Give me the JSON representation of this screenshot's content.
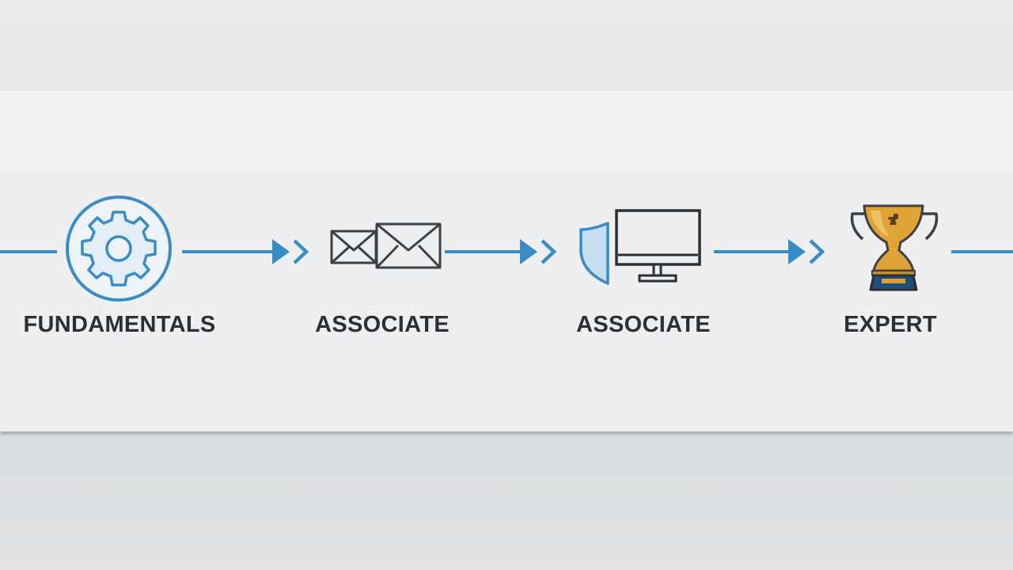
{
  "stages": [
    {
      "label": "FUNDAMENTALS",
      "icon": "gear-icon"
    },
    {
      "label": "ASSOCIATE",
      "icon": "envelopes-icon"
    },
    {
      "label": "ASSOCIATE",
      "icon": "shield-monitor-icon"
    },
    {
      "label": "EXPERT",
      "icon": "trophy-icon"
    }
  ],
  "colors": {
    "accent": "#3a8cc4",
    "icon_dark": "#3c4046",
    "trophy_gold": "#e0a436",
    "trophy_base": "#1f4f7a",
    "shield_fill": "#c6def0",
    "gear_fill": "#e3eef7"
  }
}
